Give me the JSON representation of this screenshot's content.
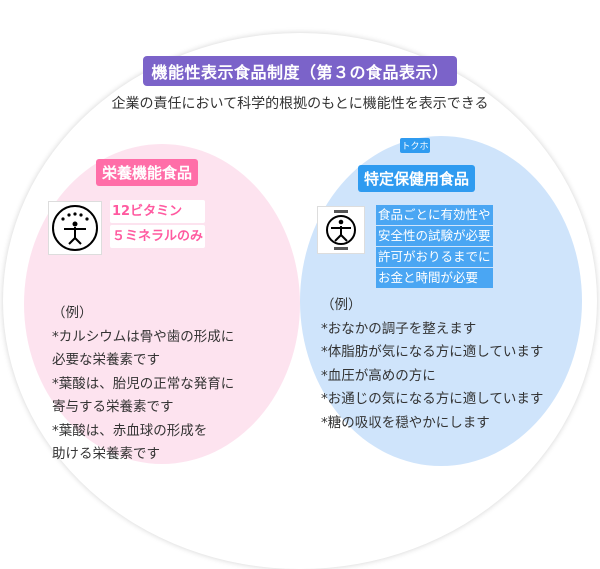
{
  "title": "機能性表示食品制度（第３の食品表示）",
  "subtitle": "企業の責任において科学的根拠のもとに機能性を表示できる",
  "nutrition": {
    "label": "栄養機能食品",
    "icon": "nutrition-mark-icon",
    "notes": [
      "12ビタミン",
      "５ミネラルのみ"
    ],
    "example_header": "（例）",
    "examples": [
      "*カルシウムは骨や歯の形成に",
      "必要な栄養素です",
      "*葉酸は、胎児の正常な発育に",
      "寄与する栄養素です",
      "*葉酸は、赤血球の形成を",
      "助ける栄養素です"
    ],
    "color": "#ff6ea8"
  },
  "tokuho": {
    "small_label": "トクホ",
    "label": "特定保健用食品",
    "icon": "tokuho-mark-icon",
    "notes": [
      "食品ごとに有効性や",
      "安全性の試験が必要",
      "許可がおりるまでに",
      "お金と時間が必要"
    ],
    "example_header": "（例）",
    "examples": [
      "*おなかの調子を整えます",
      "*体脂肪が気になる方に適しています",
      "*血圧が高めの方に",
      "*お通じの気になる方に適しています",
      "*糖の吸収を穏やかにします"
    ],
    "color": "#2f9bf0"
  },
  "colors": {
    "title_bg": "#7b63c9",
    "pink_bg": "#fde3ef",
    "blue_bg": "#cfe4fb"
  }
}
